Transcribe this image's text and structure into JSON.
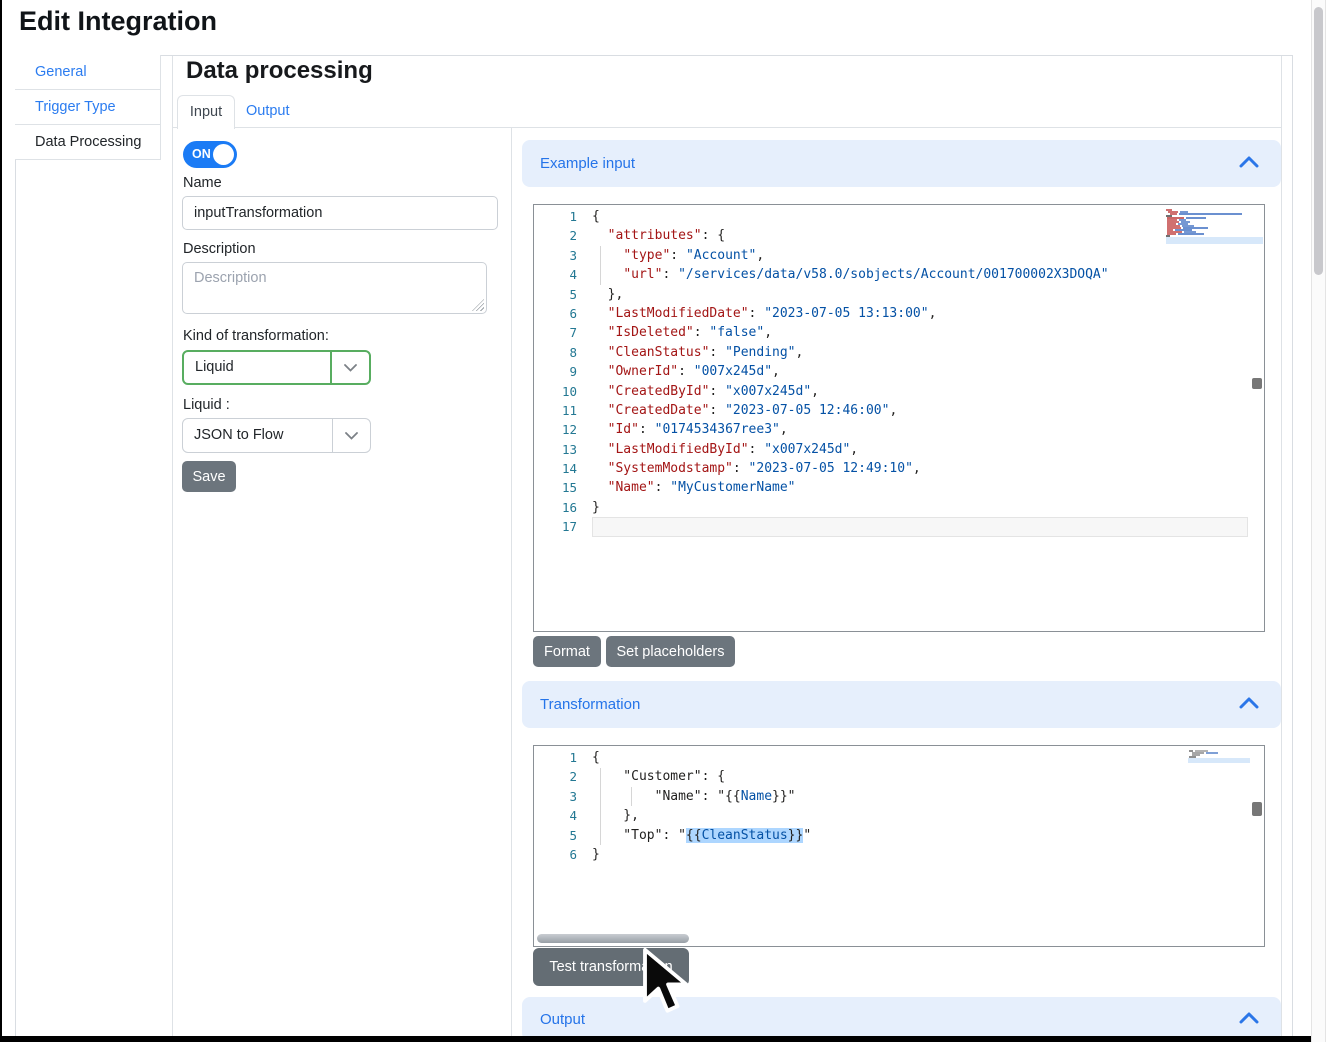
{
  "page": {
    "title": "Edit Integration"
  },
  "sidebar": {
    "items": [
      {
        "label": "General",
        "active": false
      },
      {
        "label": "Trigger Type",
        "active": false
      },
      {
        "label": "Data Processing",
        "active": true
      }
    ]
  },
  "main": {
    "title": "Data processing",
    "tabs": [
      {
        "label": "Input",
        "active": true
      },
      {
        "label": "Output",
        "active": false
      }
    ],
    "form": {
      "enabled_toggle": "ON",
      "name_label": "Name",
      "name_value": "inputTransformation",
      "description_label": "Description",
      "description_placeholder": "Description",
      "kind_label": "Kind of transformation:",
      "kind_value": "Liquid",
      "liquid_label": "Liquid :",
      "liquid_value": "JSON to Flow",
      "save_label": "Save"
    },
    "panels": {
      "example_input": {
        "title": "Example input",
        "format_label": "Format",
        "set_placeholders_label": "Set placeholders",
        "code": [
          {
            "s": [
              {
                "t": "{"
              }
            ]
          },
          {
            "s": [
              {
                "t": "  "
              },
              {
                "t": "\"attributes\"",
                "c": "k"
              },
              {
                "t": ": {"
              }
            ]
          },
          {
            "s": [
              {
                "t": "    "
              },
              {
                "t": "\"type\"",
                "c": "k"
              },
              {
                "t": ": "
              },
              {
                "t": "\"Account\"",
                "c": "v"
              },
              {
                "t": ","
              }
            ]
          },
          {
            "s": [
              {
                "t": "    "
              },
              {
                "t": "\"url\"",
                "c": "k"
              },
              {
                "t": ": "
              },
              {
                "t": "\"/services/data/v58.0/sobjects/Account/001700002X3DOQA\"",
                "c": "v"
              }
            ]
          },
          {
            "s": [
              {
                "t": "  },"
              }
            ]
          },
          {
            "s": [
              {
                "t": "  "
              },
              {
                "t": "\"LastModifiedDate\"",
                "c": "k"
              },
              {
                "t": ": "
              },
              {
                "t": "\"2023-07-05 13:13:00\"",
                "c": "v"
              },
              {
                "t": ","
              }
            ]
          },
          {
            "s": [
              {
                "t": "  "
              },
              {
                "t": "\"IsDeleted\"",
                "c": "k"
              },
              {
                "t": ": "
              },
              {
                "t": "\"false\"",
                "c": "v"
              },
              {
                "t": ","
              }
            ]
          },
          {
            "s": [
              {
                "t": "  "
              },
              {
                "t": "\"CleanStatus\"",
                "c": "k"
              },
              {
                "t": ": "
              },
              {
                "t": "\"Pending\"",
                "c": "v"
              },
              {
                "t": ","
              }
            ]
          },
          {
            "s": [
              {
                "t": "  "
              },
              {
                "t": "\"OwnerId\"",
                "c": "k"
              },
              {
                "t": ": "
              },
              {
                "t": "\"007x245d\"",
                "c": "v"
              },
              {
                "t": ","
              }
            ]
          },
          {
            "s": [
              {
                "t": "  "
              },
              {
                "t": "\"CreatedById\"",
                "c": "k"
              },
              {
                "t": ": "
              },
              {
                "t": "\"x007x245d\"",
                "c": "v"
              },
              {
                "t": ","
              }
            ]
          },
          {
            "s": [
              {
                "t": "  "
              },
              {
                "t": "\"CreatedDate\"",
                "c": "k"
              },
              {
                "t": ": "
              },
              {
                "t": "\"2023-07-05 12:46:00\"",
                "c": "v"
              },
              {
                "t": ","
              }
            ]
          },
          {
            "s": [
              {
                "t": "  "
              },
              {
                "t": "\"Id\"",
                "c": "k"
              },
              {
                "t": ": "
              },
              {
                "t": "\"0174534367ree3\"",
                "c": "v"
              },
              {
                "t": ","
              }
            ]
          },
          {
            "s": [
              {
                "t": "  "
              },
              {
                "t": "\"LastModifiedById\"",
                "c": "k"
              },
              {
                "t": ": "
              },
              {
                "t": "\"x007x245d\"",
                "c": "v"
              },
              {
                "t": ","
              }
            ]
          },
          {
            "s": [
              {
                "t": "  "
              },
              {
                "t": "\"SystemModstamp\"",
                "c": "k"
              },
              {
                "t": ": "
              },
              {
                "t": "\"2023-07-05 12:49:10\"",
                "c": "v"
              },
              {
                "t": ","
              }
            ]
          },
          {
            "s": [
              {
                "t": "  "
              },
              {
                "t": "\"Name\"",
                "c": "k"
              },
              {
                "t": ": "
              },
              {
                "t": "\"MyCustomerName\"",
                "c": "v"
              }
            ]
          },
          {
            "s": [
              {
                "t": "}"
              }
            ]
          },
          {
            "s": [],
            "cur": true
          }
        ]
      },
      "transformation": {
        "title": "Transformation",
        "test_label": "Test transformation",
        "code": [
          {
            "s": [
              {
                "t": "{"
              }
            ]
          },
          {
            "s": [
              {
                "t": "    \"Customer\": {"
              }
            ]
          },
          {
            "s": [
              {
                "t": "        \"Name\": \"{{"
              },
              {
                "t": "Name",
                "c": "v"
              },
              {
                "t": "}}\""
              }
            ]
          },
          {
            "s": [
              {
                "t": "    },"
              }
            ]
          },
          {
            "s": [
              {
                "t": "    \"Top\": \""
              },
              {
                "t": "{{",
                "sel": true
              },
              {
                "t": "CleanStatus",
                "c": "v",
                "sel": true
              },
              {
                "t": "}}",
                "sel": true
              },
              {
                "t": "\""
              }
            ]
          },
          {
            "s": [
              {
                "t": "}"
              }
            ]
          }
        ]
      },
      "output": {
        "title": "Output"
      }
    }
  },
  "colors": {
    "link_blue": "#2b7cf0",
    "panel_header_bg": "#e6effc",
    "panel_header_text": "#2574e9",
    "toggle_on": "#1b7bf5",
    "button_gray": "#6c757d",
    "select_green_border": "#58ad60",
    "code_key": "#a31515",
    "code_value": "#0451a5",
    "code_line_number": "#237893",
    "selection_bg": "#add6ff"
  }
}
